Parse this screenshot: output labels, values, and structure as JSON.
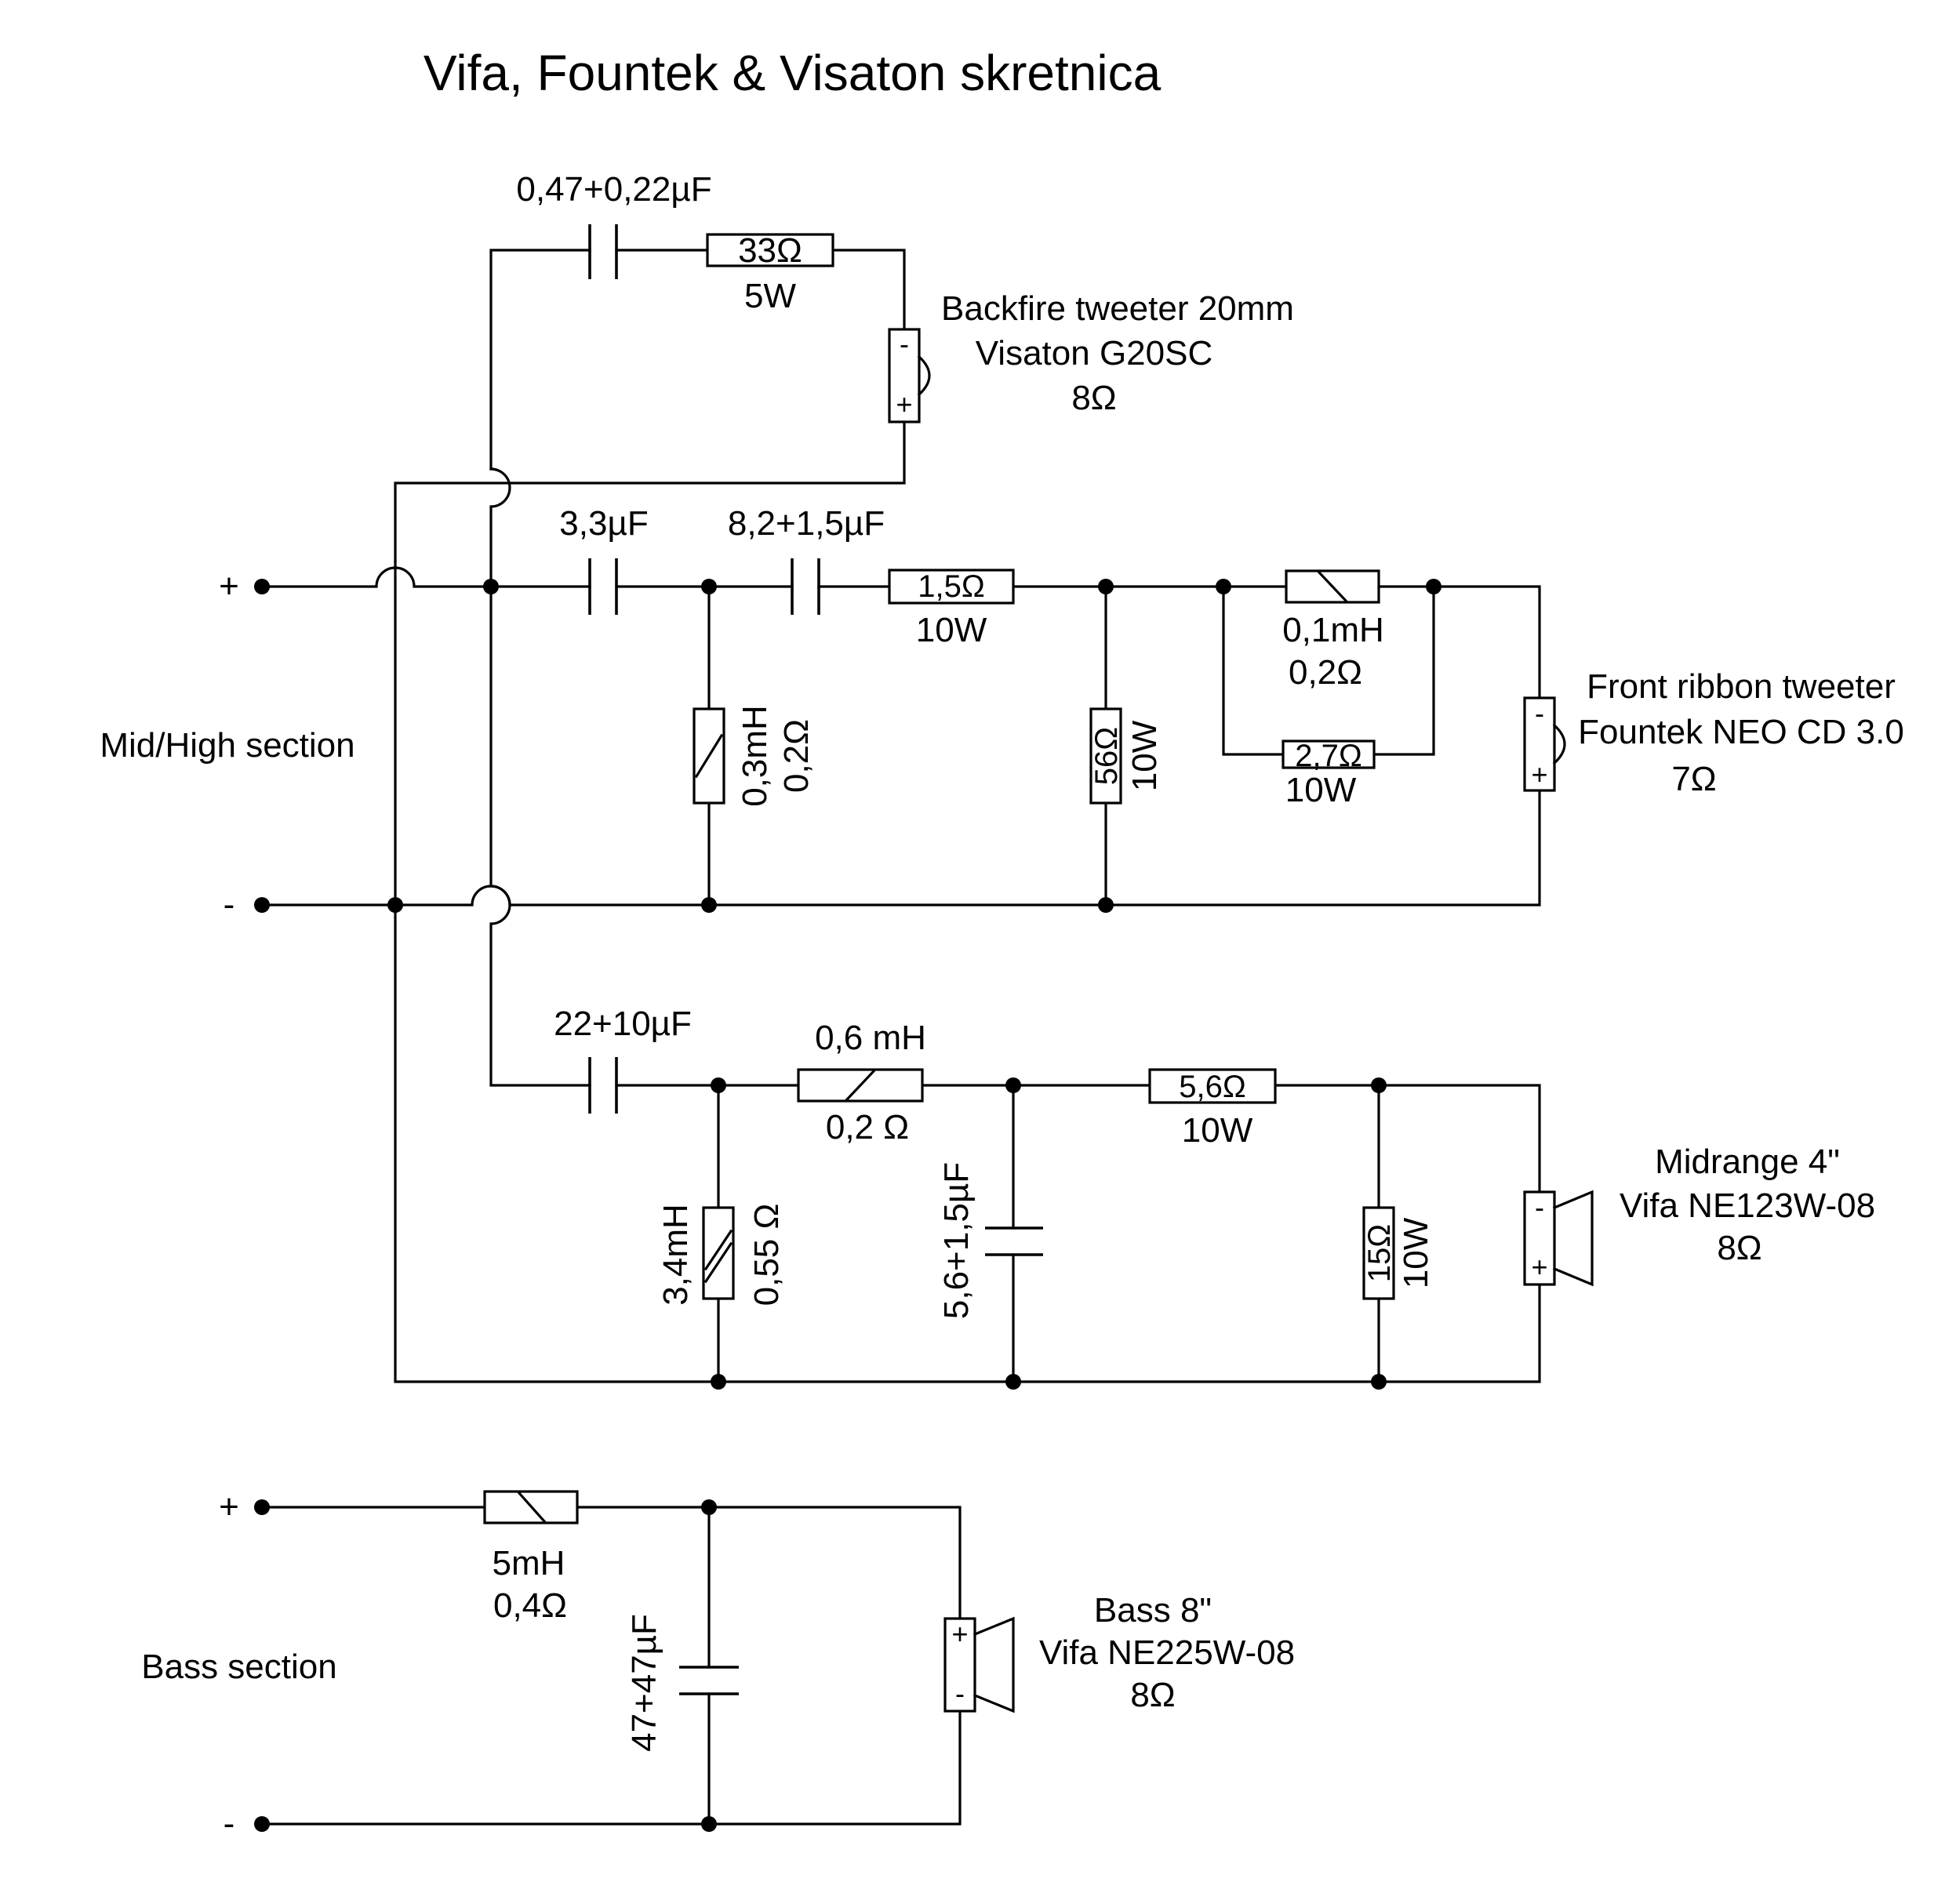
{
  "title": "Vifa, Fountek & Visaton skretnica",
  "sections": {
    "midhigh": "Mid/High section",
    "bass": "Bass section"
  },
  "terminals": {
    "plus": "+",
    "minus": "-"
  },
  "speaker_pol": {
    "plus": "+",
    "minus": "-"
  },
  "backfire": {
    "cap": "0,47+0,22µF",
    "res_value": "33Ω",
    "res_power": "5W",
    "driver": [
      "Backfire tweeter 20mm",
      "Visaton G20SC",
      "8Ω"
    ]
  },
  "tweeter": {
    "c1": "3,3µF",
    "c2": "8,2+1,5µF",
    "r1_value": "1,5Ω",
    "r1_power": "10W",
    "l1_value": "0,3mH",
    "l1_res": "0,2Ω",
    "r2_value": "56Ω",
    "r2_power": "10W",
    "l2_value": "0,1mH",
    "l2_res": "0,2Ω",
    "r3_value": "2,7Ω",
    "r3_power": "10W",
    "driver": [
      "Front ribbon tweeter",
      "Fountek NEO CD 3.0",
      "7Ω"
    ]
  },
  "mid": {
    "c1": "22+10µF",
    "l1_value": "0,6 mH",
    "l1_res": "0,2 Ω",
    "r1_value": "5,6Ω",
    "r1_power": "10W",
    "l2_value": "3,4mH",
    "l2_res": "0,55 Ω",
    "c2": "5,6+1,5µF",
    "r2_value": "15Ω",
    "r2_power": "10W",
    "driver": [
      "Midrange 4\"",
      "Vifa NE123W-08",
      "8Ω"
    ]
  },
  "bass": {
    "l1_value": "5mH",
    "l1_res": "0,4Ω",
    "c1": "47+47µF",
    "driver": [
      "Bass 8\"",
      "Vifa NE225W-08",
      "8Ω"
    ]
  }
}
